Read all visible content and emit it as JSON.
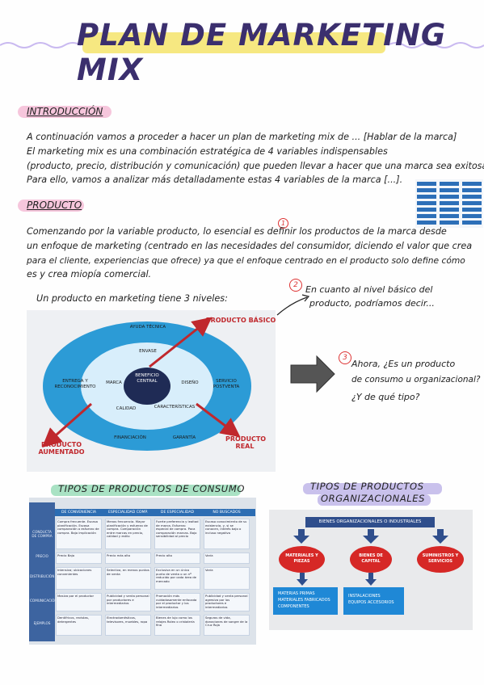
{
  "page": {
    "title": "PLAN DE MARKETING MIX",
    "colors": {
      "title_highlight": "#f6e77a",
      "pink_pill": "#f6c6dc",
      "green_highlight": "#a9e2c4",
      "purple_highlight": "#c9c1ec",
      "accent_red": "#c0282d",
      "diagram_blue": "#2c9bd6",
      "arrow_grey": "#555555"
    }
  },
  "intro": {
    "heading": "INTRODUCCIÓN",
    "lines": [
      "A continuación vamos a proceder a hacer un plan de marketing mix de ... [Hablar de la marca]",
      "El marketing mix es una combinación estratégica de 4 variables indispensables",
      "(producto, precio, distribución y comunicación) que pueden llevar a hacer que una marca sea exitosa.",
      "Para ello, vamos a analizar más detalladamente estas 4 variables de la marca [...]."
    ]
  },
  "product": {
    "heading": "PRODUCTO",
    "marker_1": "1",
    "lines": [
      "Comenzando por la variable producto, lo esencial es definir los productos de la marca desde",
      "un enfoque de marketing (centrado en las necesidades del consumidor, diciendo el valor que crea",
      "para el cliente, experiencias que ofrece) ya que el enfoque centrado en el producto solo define cómo",
      "es y crea miopía comercial."
    ],
    "levels_line": "Un producto en marketing tiene 3 niveles:"
  },
  "diagram": {
    "core": "BENEFICIO CENTRAL",
    "inner": [
      "ENVASE",
      "MARCA",
      "DISEÑO",
      "CALIDAD",
      "CARACTERÍSTICAS"
    ],
    "outer": [
      "AYUDA TÉCNICA",
      "ENTREGA Y RECONOCIMIENTO",
      "SERVICIO POSTVENTA",
      "FINANCIACIÓN",
      "GARANTÍA"
    ],
    "label_basic": "PRODUCTO BÁSICO",
    "label_real": "PRODUCTO REAL",
    "label_augmented": "PRODUCTO AUMENTADO"
  },
  "notes": {
    "marker_2": "2",
    "note2": [
      "En cuanto al nivel básico del",
      "producto, podríamos decir..."
    ],
    "marker_3": "3",
    "note3": [
      "Ahora, ¿Es un producto",
      "de consumo u organizacional?",
      "¿Y de qué tipo?"
    ]
  },
  "consumer": {
    "title": "TIPOS DE PRODUCTOS DE CONSUMO",
    "columns": [
      "DE CONVENIENCIA",
      "ESPECIALIDAD COMP.",
      "DE ESPECIALIDAD",
      "NO BUSCADOS"
    ],
    "rows": [
      {
        "label": "CONDUCTA DE COMPRA",
        "cells": [
          "Compra frecuente. Escasa planificación. Escasa comparación o esfuerzo de compra. Bajo implicación",
          "Menos frecuencia. Mayor planificación y esfuerzo de compra. Comparación entre marcas en precio, calidad y estilo",
          "Fuerte preferencia y lealtad de marca. Esfuerzo especial de compra. Poca comparación marcas. Bajo sensibilidad al precio",
          "Escaso conocimiento de su existencia, y, si se conocen, interés bajo o incluso negativo"
        ]
      },
      {
        "label": "PRECIO",
        "cells": [
          "Precio Bajo",
          "Precio más alto",
          "Precio alto",
          "Varía"
        ]
      },
      {
        "label": "DISTRIBUCIÓN",
        "cells": [
          "Intensiva; ubicaciones convenientes",
          "Selectiva, en menos puntos de venta",
          "Exclusiva en un único punto de venta o un nº reducido por cada área de mercado",
          "Varía"
        ]
      },
      {
        "label": "COMUNICACIÓN",
        "cells": [
          "Masiva por el productor",
          "Publicidad y venta personal por productores e intermediarios",
          "Promoción más cuidadosamente enfocada por el productor y los intermediarios",
          "Publicidad y venta personal agresiva por los productores e intermediarios"
        ]
      },
      {
        "label": "EJEMPLOS",
        "cells": [
          "Dentífricos, revistas, detergentes",
          "Electrodomésticos, televisores, muebles, ropa",
          "Bienes de lujo como los relojes Rolex o cristalería fina",
          "Seguros de vida, donaciones de sangre de la Cruz Roja"
        ]
      }
    ]
  },
  "organizational": {
    "title_1": "TIPOS DE PRODUCTOS",
    "title_2": "ORGANIZACIONALES",
    "root": "BIENES ORGANIZACIONALES O INDUSTRIALES",
    "children": [
      "MATERIALES Y PIEZAS",
      "BIENES DE CAPITAL",
      "SUMINISTROS Y SERVICIOS"
    ],
    "sub_a": [
      "MATERIAS PRIMAS",
      "MATERIALES FABRICADOS",
      "COMPONENTES"
    ],
    "sub_b": [
      "INSTALACIONES",
      "EQUIPOS ACCESORIOS"
    ]
  }
}
